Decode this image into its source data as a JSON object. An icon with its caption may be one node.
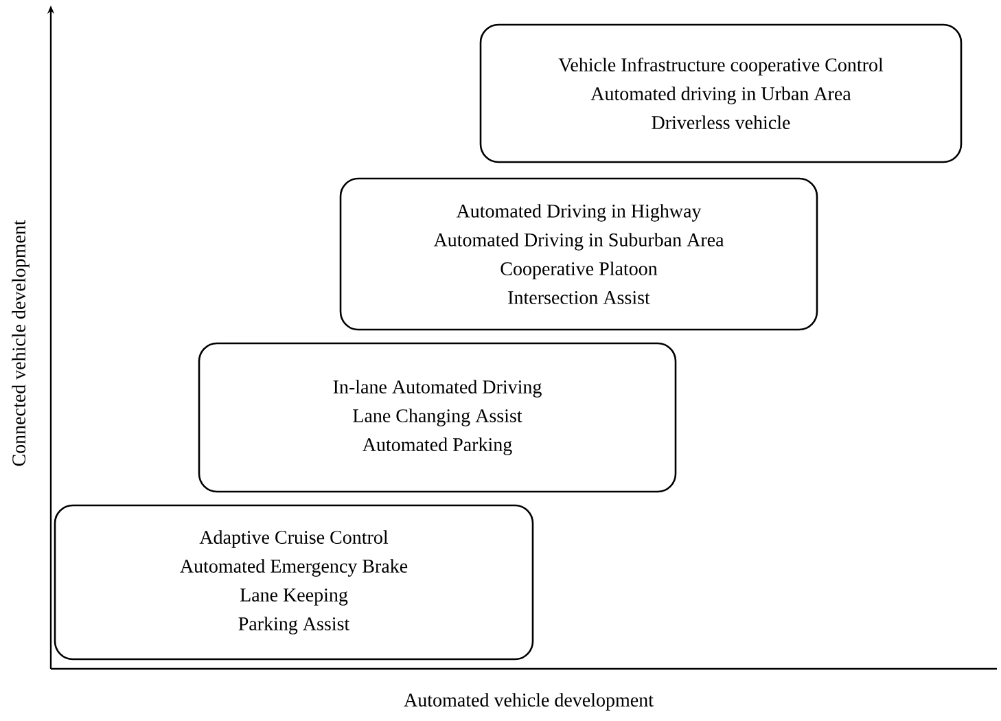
{
  "diagram": {
    "nodes": [
      {
        "text": [
          "Adaptive Cruise Control",
          "Automated Emergency Brake",
          "Lane Keeping",
          "Parking Assist"
        ]
      },
      {
        "text": [
          "In-lane Automated Driving",
          "Lane Changing Assist",
          "Automated Parking"
        ]
      },
      {
        "text": [
          "Automated Driving in Highway",
          "Automated Driving in Suburban Area",
          "Cooperative Platoon",
          "Intersection Assist"
        ]
      },
      {
        "text": [
          "Vehicle Infrastructure cooperative Control",
          "Automated driving in Urban Area",
          "Driverless vehicle"
        ]
      }
    ],
    "labels": [
      "Connected vehicle development",
      "Automated vehicle development"
    ]
  }
}
